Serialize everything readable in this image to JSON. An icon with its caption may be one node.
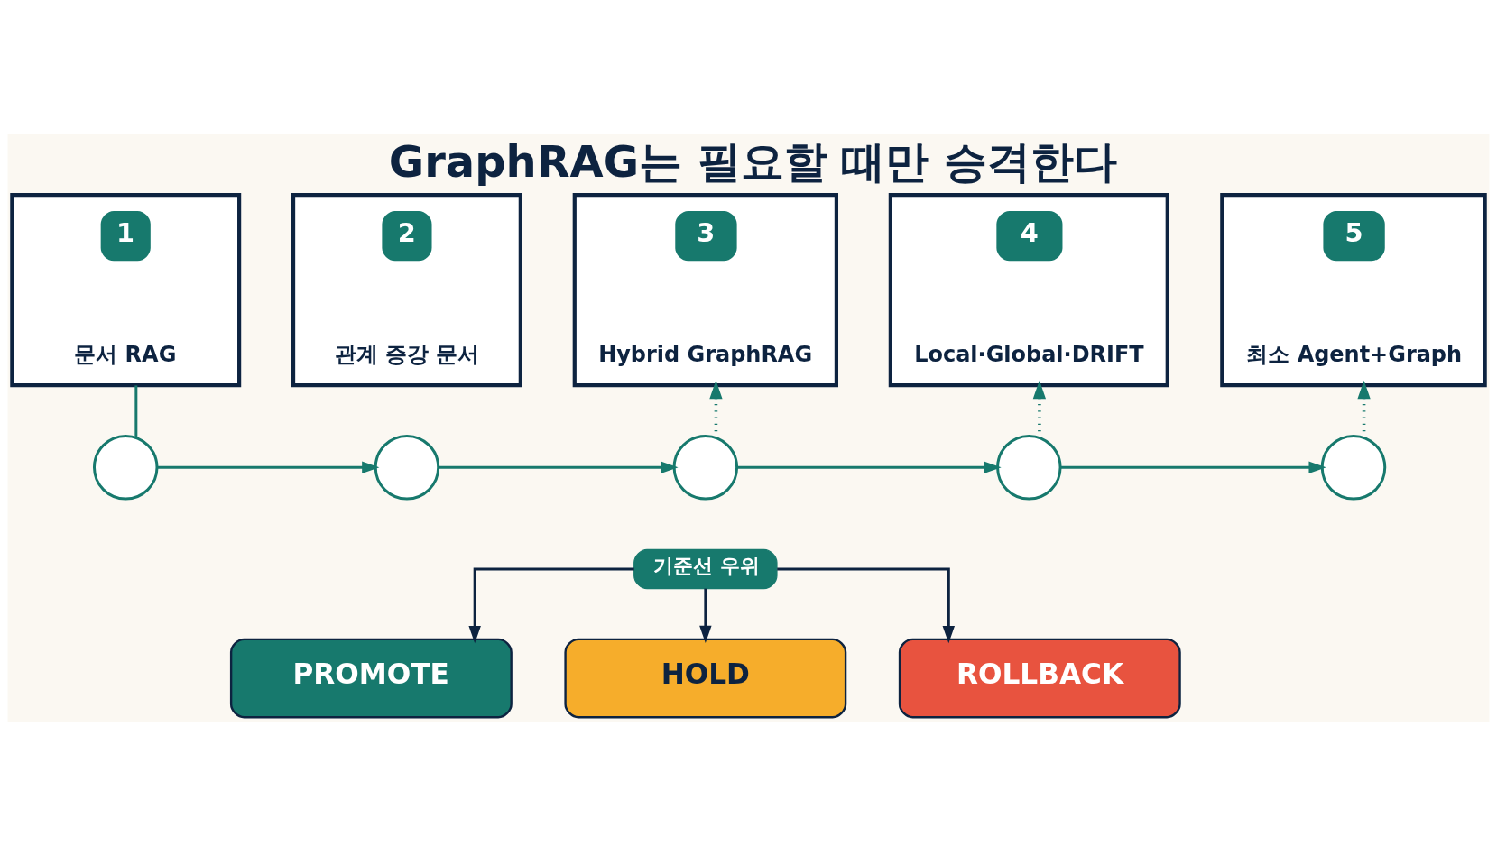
{
  "diagram": {
    "title": "GraphRAG는 필요할 때만 승격한다",
    "nodes": [
      {
        "text": [
          "1",
          "문서 RAG"
        ]
      },
      {
        "text": [
          "2",
          "관계 증강 문서"
        ]
      },
      {
        "text": [
          "3",
          "Hybrid GraphRAG"
        ]
      },
      {
        "text": [
          "4",
          "Local·Global·DRIFT"
        ]
      },
      {
        "text": [
          "5",
          "최소 Agent+Graph"
        ]
      },
      {
        "text": [],
        "shape": "circle"
      },
      {
        "text": [],
        "shape": "circle"
      },
      {
        "text": [],
        "shape": "circle"
      },
      {
        "text": [],
        "shape": "circle"
      },
      {
        "text": [],
        "shape": "circle"
      },
      {
        "text": [
          "기준선 우위"
        ]
      },
      {
        "text": [
          "PROMOTE"
        ]
      },
      {
        "text": [
          "HOLD"
        ]
      },
      {
        "text": [
          "ROLLBACK"
        ]
      }
    ],
    "edges": [
      {
        "from": 0,
        "to": 5,
        "arrow": "none"
      },
      {
        "from": 5,
        "to": 6,
        "arrow": "to"
      },
      {
        "from": 6,
        "to": 7,
        "arrow": "to"
      },
      {
        "from": 7,
        "to": 8,
        "arrow": "to"
      },
      {
        "from": 8,
        "to": 9,
        "arrow": "to"
      },
      {
        "from": 7,
        "to": 2,
        "arrow": "to",
        "style": "dashed"
      },
      {
        "from": 8,
        "to": 3,
        "arrow": "to",
        "style": "dashed"
      },
      {
        "from": 9,
        "to": 4,
        "arrow": "to",
        "style": "dashed"
      },
      {
        "from": 10,
        "to": 11,
        "arrow": "to",
        "color": "#0d2340"
      },
      {
        "from": 10,
        "to": 12,
        "arrow": "to",
        "color": "#0d2340"
      },
      {
        "from": 10,
        "to": 13,
        "arrow": "to",
        "color": "#0d2340"
      }
    ]
  }
}
